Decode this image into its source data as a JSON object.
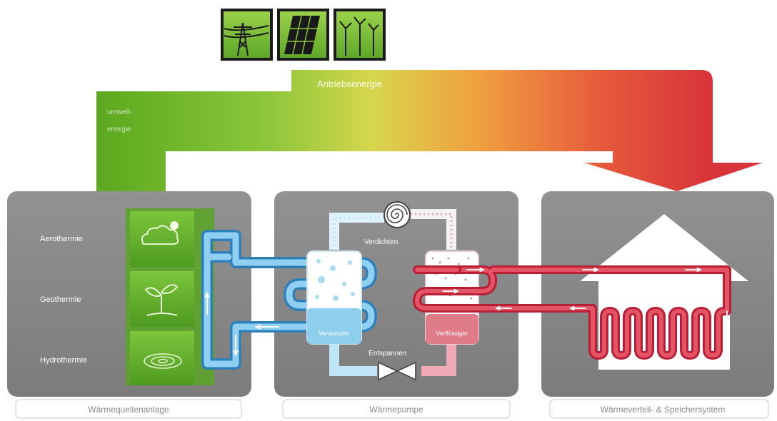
{
  "energy_icons": [
    {
      "icon": "power-pylon-icon"
    },
    {
      "icon": "solar-panel-icon"
    },
    {
      "icon": "wind-turbines-icon"
    }
  ],
  "flow": {
    "drive_energy_label": "Antriebsenergie",
    "ambient_energy_label_line1": "umwelt-",
    "ambient_energy_label_line2": "energie"
  },
  "source": {
    "rows": [
      {
        "label": "Aerothermie",
        "icon": "cloud-sun-icon"
      },
      {
        "label": "Geothermie",
        "icon": "sprout-icon"
      },
      {
        "label": "Hydrothermie",
        "icon": "water-swirl-icon"
      }
    ],
    "caption": "Wärmequellenanlage"
  },
  "heatpump": {
    "compress_label": "Verdichten",
    "evaporator_label": "Verdampfer",
    "condenser_label": "Verflüssiger",
    "expand_label": "Entspannen",
    "caption": "Wärmepumpe"
  },
  "distribution": {
    "caption": "Wärmeverteil- & Speichersystem"
  },
  "colors": {
    "panel": "#8a8a8a",
    "cold_pipe": "#4a9fd4",
    "hot_pipe": "#c8283c",
    "green": "#6ab023",
    "red": "#d93a3e"
  }
}
